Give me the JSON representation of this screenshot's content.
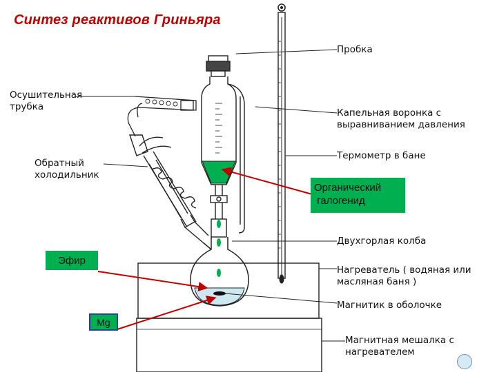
{
  "title": "Синтез реактивов Гриньяра",
  "labels": {
    "stopper": "Пробка",
    "drying_tube": "Осушительная\nтрубка",
    "dropping_funnel": "Капельная воронка с\nвыравниванием давления",
    "thermometer": "Термометр в бане",
    "reflux_condenser": "Обратный\nхолодильник",
    "two_neck_flask": "Двухгорлая колба",
    "heater": "Нагреватель ( водяная или\nмасляная баня )",
    "stir_bar": "Магнитик в оболочке",
    "magnetic_stirrer": "Магнитная мешалка с\nнагревателем"
  },
  "highlights": {
    "organic_halide": "Органический\n галогенид",
    "ether": "Эфир",
    "mg": "Mg"
  },
  "colors": {
    "title": "#c00000",
    "highlight_box": "#00b050",
    "arrow": "#c00000",
    "liquid_green": "#00b050",
    "liquid_blue": "#cde8f0"
  },
  "icons": {
    "nav_button": "round-button-icon"
  }
}
